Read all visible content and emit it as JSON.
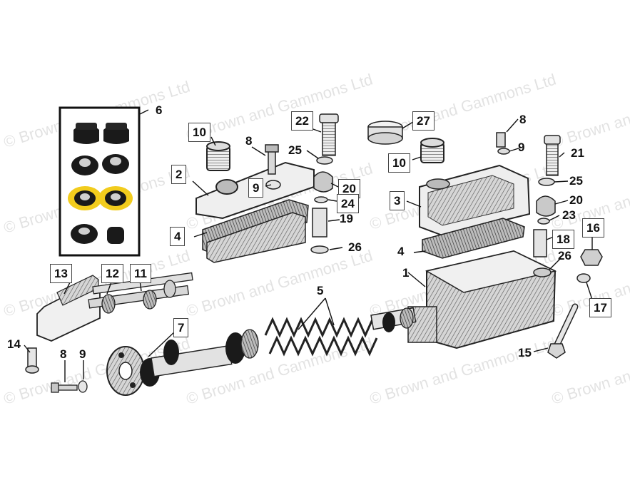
{
  "watermark": {
    "text": "© Brown and Gammons Ltd"
  },
  "callouts": {
    "c1": "1",
    "c2": "2",
    "c3": "3",
    "c4a": "4",
    "c4b": "4",
    "c5": "5",
    "c6": "6",
    "c7": "7",
    "c8a": "8",
    "c8b": "8",
    "c8c": "8",
    "c9a": "9",
    "c9b": "9",
    "c9c": "9",
    "c10a": "10",
    "c10b": "10",
    "c11": "11",
    "c12": "12",
    "c13": "13",
    "c14": "14",
    "c15": "15",
    "c16": "16",
    "c17": "17",
    "c18": "18",
    "c19": "19",
    "c20a": "20",
    "c20b": "20",
    "c21": "21",
    "c22": "22",
    "c23": "23",
    "c24": "24",
    "c25a": "25",
    "c25b": "25",
    "c26a": "26",
    "c26b": "26",
    "c27": "27"
  },
  "colors": {
    "rubber": "#1a1a1a",
    "seal_ring": "#f2cc1d",
    "metal_light": "#e8e8e8",
    "metal_mid": "#9a9a9a",
    "ink": "#111111"
  }
}
